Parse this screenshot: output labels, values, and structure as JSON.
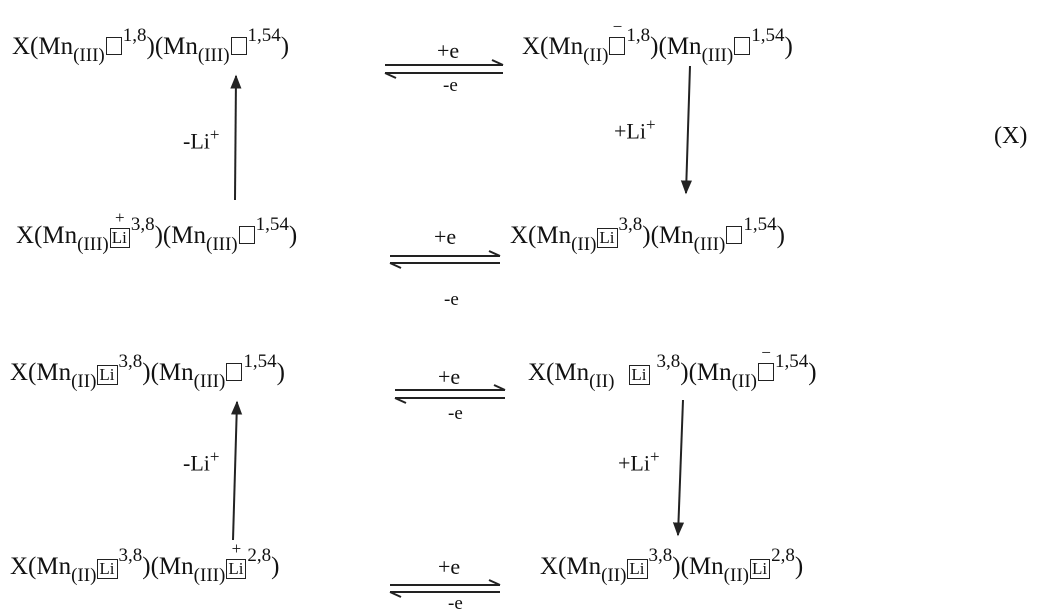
{
  "equation_label": "(X)",
  "scheme1": {
    "tl": {
      "x": "X(Mn",
      "s1": "(III)",
      "sup1": "1,8",
      "m": ")(Mn",
      "s2": "(III)",
      "sup2": "1,54",
      "e": ")"
    },
    "tr": {
      "x": "X(Mn",
      "s1": "(II)",
      "ch1": "−",
      "sup1": "1,8",
      "m": ")(Mn",
      "s2": "(III)",
      "sup2": "1,54",
      "e": ")"
    },
    "bl": {
      "x": "X(Mn",
      "s1": "(III)",
      "li1": "Li",
      "ch1": "+",
      "sup1": "3,8",
      "m": ")(Mn",
      "s2": "(III)",
      "sup2": "1,54",
      "e": ")"
    },
    "br": {
      "x": "X(Mn",
      "s1": "(II)",
      "li1": "Li",
      "sup1": "3,8",
      "m": ")(Mn",
      "s2": "(III)",
      "sup2": "1,54",
      "e": ")"
    },
    "top_fwd": "+e",
    "top_rev": "-e",
    "bot_fwd": "+e",
    "bot_rev": "-e",
    "left_label": "-Li",
    "left_sup": "+",
    "right_label": "+Li",
    "right_sup": "+"
  },
  "scheme2": {
    "tl": {
      "x": "X(Mn",
      "s1": "(II)",
      "li1": "Li",
      "sup1": "3,8",
      "m": ")(Mn",
      "s2": "(III)",
      "sup2": "1,54",
      "e": ")"
    },
    "tr": {
      "x": "X(Mn",
      "s1": "(II)",
      "li1": "Li",
      "sup1": "3,8",
      "m": ")(Mn",
      "s2": "(II)",
      "ch2": "−",
      "sup2": "1,54",
      "e": ")"
    },
    "bl": {
      "x": "X(Mn",
      "s1": "(II)",
      "li1": "Li",
      "sup1": "3,8",
      "m": ")(Mn",
      "s2": "(III)",
      "li2": "Li",
      "ch2": "+",
      "sup2": "2,8",
      "e": ")"
    },
    "br": {
      "x": "X(Mn",
      "s1": "(II)",
      "li1": "Li",
      "sup1": "3,8",
      "m": ")(Mn",
      "s2": "(II)",
      "li2": "Li",
      "sup2": "2,8",
      "e": ")"
    },
    "top_fwd": "+e",
    "top_rev": "-e",
    "bot_fwd": "+e",
    "bot_rev": "-e",
    "left_label": "-Li",
    "left_sup": "+",
    "right_label": "+Li",
    "right_sup": "+"
  }
}
